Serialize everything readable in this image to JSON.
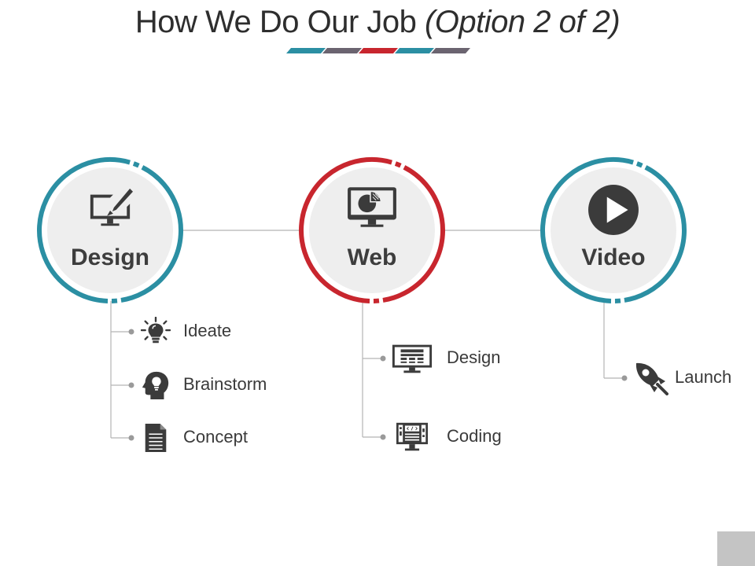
{
  "title": {
    "main": "How We Do Our Job ",
    "sub": "(Option 2 of 2)"
  },
  "title_bar_colors": [
    "#2b8fa3",
    "#6b6470",
    "#c8262e",
    "#2b8fa3",
    "#6b6470"
  ],
  "colors": {
    "teal": "#2b8fa3",
    "red": "#c8262e",
    "inner_fill": "#eeeeee",
    "icon": "#3b3b3b",
    "connector": "#b5b5b5"
  },
  "nodes": [
    {
      "label": "Design",
      "icon": "monitor-pen-icon",
      "ring": "teal",
      "items": [
        {
          "label": "Ideate",
          "icon": "lightbulb-icon"
        },
        {
          "label": "Brainstorm",
          "icon": "head-idea-icon"
        },
        {
          "label": "Concept",
          "icon": "document-icon"
        }
      ]
    },
    {
      "label": "Web",
      "icon": "monitor-pie-chart-icon",
      "ring": "red",
      "items": [
        {
          "label": "Design",
          "icon": "web-layout-icon"
        },
        {
          "label": "Coding",
          "icon": "code-monitor-icon"
        }
      ]
    },
    {
      "label": "Video",
      "icon": "play-button-icon",
      "ring": "teal",
      "items": [
        {
          "label": "Launch",
          "icon": "rocket-icon"
        }
      ]
    }
  ]
}
